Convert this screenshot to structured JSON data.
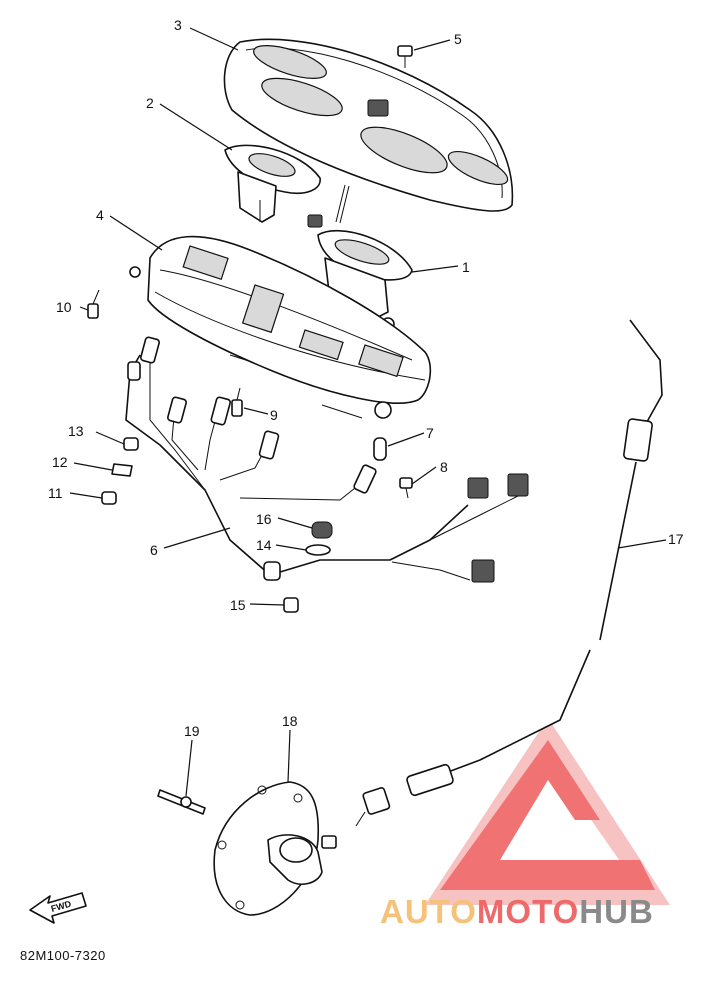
{
  "diagram": {
    "drawing_code": "82M100-7320",
    "direction_tag": "FWD",
    "watermark": {
      "part1": "AUTO",
      "part2": "MOTO",
      "part3": "HUB"
    },
    "callouts": [
      "1",
      "2",
      "3",
      "4",
      "5",
      "6",
      "7",
      "8",
      "9",
      "10",
      "11",
      "12",
      "13",
      "14",
      "15",
      "16",
      "17",
      "18",
      "19"
    ]
  },
  "colors": {
    "line": "#111111",
    "watermark_red": "#ef5a5a",
    "watermark_orange": "#f5c27a",
    "watermark_gray": "#8a8a8a"
  }
}
